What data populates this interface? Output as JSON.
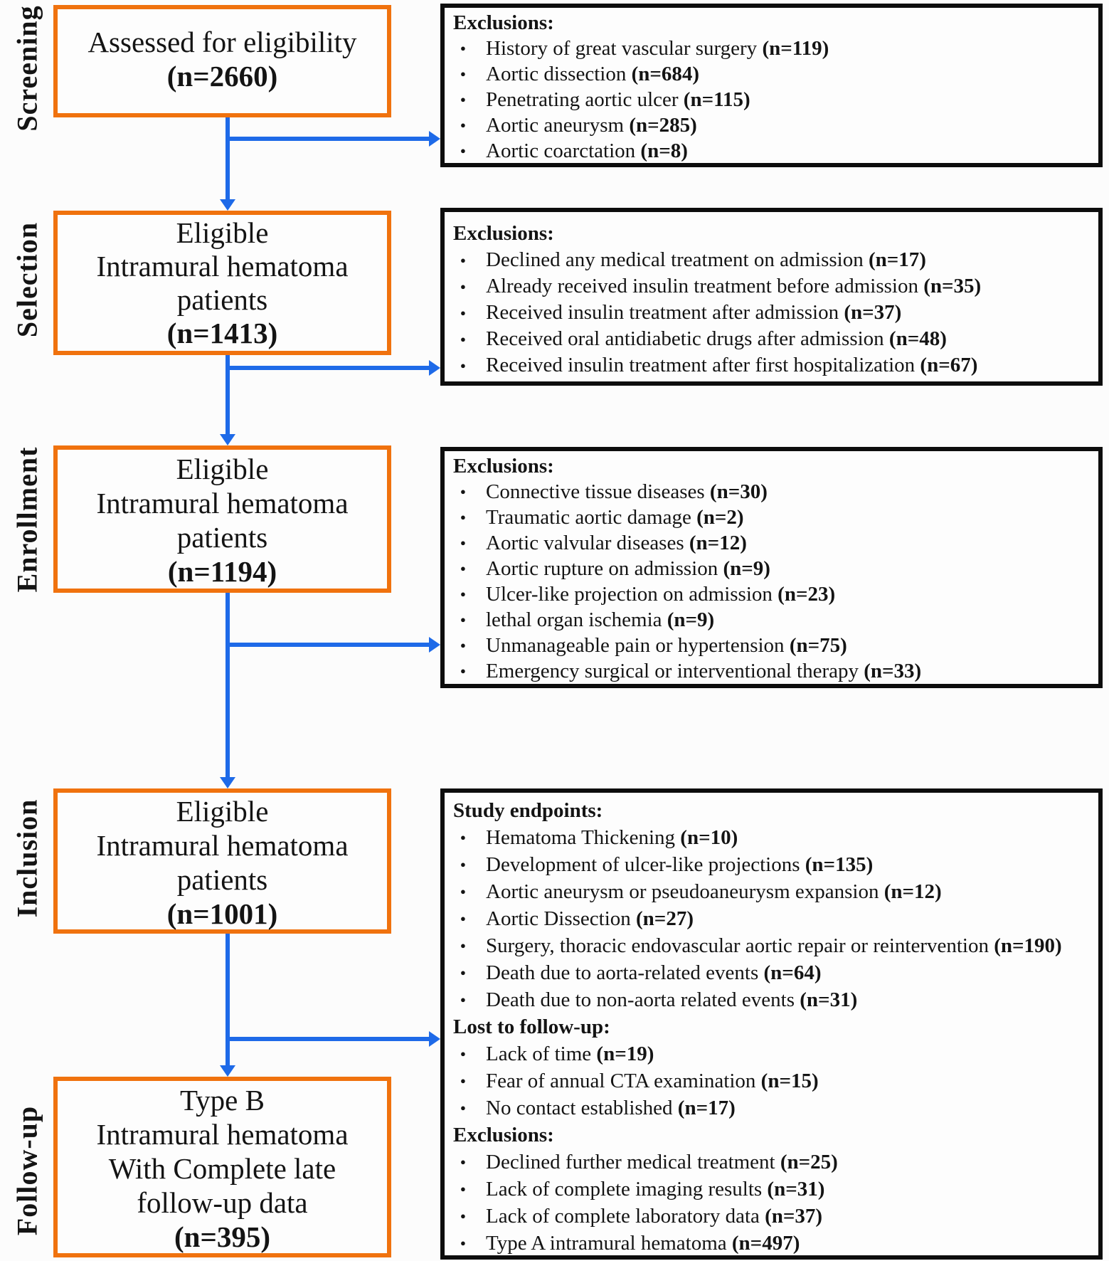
{
  "colors": {
    "box_accent_orange": "#f0720e",
    "arrow_blue": "#1e6ae8",
    "side_box_border": "#0d0d0d"
  },
  "stages": [
    "Screening",
    "Selection",
    "Enrollment",
    "Inclusion",
    "Follow-up"
  ],
  "flow_boxes": [
    {
      "lines": [
        "Assessed for eligibility"
      ],
      "n": "(n=2660)"
    },
    {
      "lines": [
        "Eligible",
        "Intramural hematoma",
        "patients"
      ],
      "n": "(n=1413)"
    },
    {
      "lines": [
        "Eligible",
        "Intramural hematoma",
        "patients"
      ],
      "n": "(n=1194)"
    },
    {
      "lines": [
        "Eligible",
        "Intramural hematoma",
        "patients"
      ],
      "n": "(n=1001)"
    },
    {
      "lines": [
        "Type B",
        "Intramural hematoma",
        "With Complete late",
        "follow-up data"
      ],
      "n": "(n=395)"
    }
  ],
  "side_boxes": [
    {
      "sections": [
        {
          "heading": "Exclusions:",
          "items": [
            {
              "text": "History of great vascular surgery",
              "n": "(n=119)"
            },
            {
              "text": "Aortic dissection",
              "n": "(n=684)"
            },
            {
              "text": "Penetrating aortic ulcer",
              "n": "(n=115)"
            },
            {
              "text": "Aortic aneurysm",
              "n": "(n=285)"
            },
            {
              "text": "Aortic coarctation",
              "n": "(n=8)"
            }
          ]
        }
      ]
    },
    {
      "sections": [
        {
          "heading": "Exclusions:",
          "items": [
            {
              "text": "Declined any medical treatment on admission",
              "n": "(n=17)"
            },
            {
              "text": "Already received insulin treatment before admission",
              "n": "(n=35)"
            },
            {
              "text": "Received insulin treatment after admission",
              "n": "(n=37)"
            },
            {
              "text": "Received oral antidiabetic drugs after admission",
              "n": "(n=48)"
            },
            {
              "text": "Received insulin treatment after first hospitalization",
              "n": "(n=67)"
            }
          ]
        }
      ]
    },
    {
      "sections": [
        {
          "heading": "Exclusions:",
          "items": [
            {
              "text": "Connective tissue diseases",
              "n": "(n=30)"
            },
            {
              "text": "Traumatic aortic damage",
              "n": "(n=2)"
            },
            {
              "text": "Aortic valvular diseases",
              "n": "(n=12)"
            },
            {
              "text": "Aortic rupture on admission",
              "n": "(n=9)"
            },
            {
              "text": "Ulcer-like projection on admission",
              "n": "(n=23)"
            },
            {
              "text": "lethal organ ischemia",
              "n": "(n=9)"
            },
            {
              "text": "Unmanageable pain or hypertension",
              "n": "(n=75)"
            },
            {
              "text": "Emergency surgical or interventional therapy",
              "n": "(n=33)"
            }
          ]
        }
      ]
    },
    {
      "sections": [
        {
          "heading": "Study endpoints:",
          "items": [
            {
              "text": "Hematoma Thickening",
              "n": "(n=10)"
            },
            {
              "text": "Development of ulcer-like projections",
              "n": "(n=135)"
            },
            {
              "text": "Aortic aneurysm or pseudoaneurysm expansion",
              "n": "(n=12)"
            },
            {
              "text": "Aortic Dissection",
              "n": "(n=27)"
            },
            {
              "text": "Surgery, thoracic endovascular aortic repair or reintervention",
              "n": "(n=190)"
            },
            {
              "text": "Death due to aorta-related events",
              "n": "(n=64)"
            },
            {
              "text": "Death due to non-aorta related events",
              "n": "(n=31)"
            }
          ]
        },
        {
          "heading": "Lost to follow-up:",
          "items": [
            {
              "text": "Lack of time",
              "n": "(n=19)"
            },
            {
              "text": "Fear of annual CTA examination",
              "n": "(n=15)"
            },
            {
              "text": "No contact established",
              "n": "(n=17)"
            }
          ]
        },
        {
          "heading": "Exclusions:",
          "items": [
            {
              "text": "Declined further medical treatment",
              "n": "(n=25)"
            },
            {
              "text": "Lack of complete imaging results",
              "n": "(n=31)"
            },
            {
              "text": "Lack of complete laboratory data",
              "n": "(n=37)"
            },
            {
              "text": "Type A intramural hematoma",
              "n": "(n=497)"
            }
          ]
        }
      ]
    }
  ]
}
